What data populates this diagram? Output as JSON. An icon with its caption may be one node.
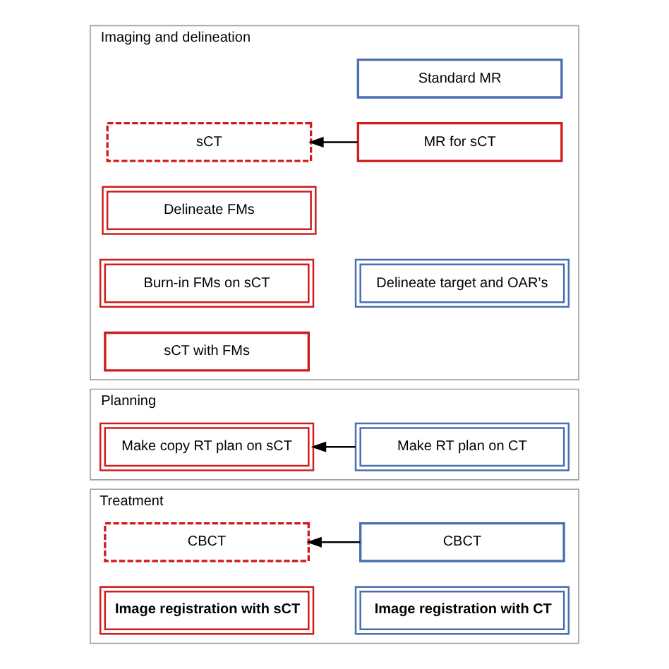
{
  "diagram": {
    "nodes": [
      {
        "text": [
          "Imaging and delineation"
        ]
      },
      {
        "text": [
          "Standard MR"
        ],
        "in": 0
      },
      {
        "text": [
          "MR for sCT"
        ],
        "in": 0
      },
      {
        "text": [
          "sCT"
        ],
        "in": 0
      },
      {
        "text": [
          "Delineate target and OAR’s"
        ],
        "in": 0
      },
      {
        "text": [
          "Delineate FMs"
        ],
        "in": 0
      },
      {
        "text": [
          "Burn-in FMs on sCT"
        ],
        "in": 0
      },
      {
        "text": [
          "sCT with FMs"
        ],
        "in": 0
      },
      {
        "text": [
          "Planning"
        ]
      },
      {
        "text": [
          "Make RT plan on CT"
        ],
        "in": 8
      },
      {
        "text": [
          "Make copy RT plan on sCT"
        ],
        "in": 8
      },
      {
        "text": [
          "Treatment"
        ]
      },
      {
        "text": [
          "CBCT"
        ],
        "in": 11
      },
      {
        "text": [
          "CBCT"
        ],
        "in": 11
      },
      {
        "text": [
          "Image registration with CT"
        ],
        "in": 11
      },
      {
        "text": [
          "Image registration with sCT"
        ],
        "in": 11
      }
    ],
    "edges": [
      {
        "from": 2,
        "to": 3,
        "arrow": "to"
      },
      {
        "from": 9,
        "to": 10,
        "arrow": "to"
      },
      {
        "from": 12,
        "to": 13,
        "arrow": "to"
      }
    ]
  }
}
